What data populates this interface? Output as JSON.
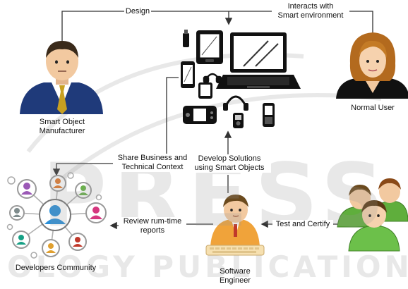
{
  "watermark": {
    "text_top": "PRESS",
    "text_bottom": "OLOGY PUBLICATIONS"
  },
  "actors": {
    "manufacturer": "Smart Object\nManufacturer",
    "user": "Normal User",
    "community": "Developers Community",
    "engineer": "Software\nEngineer"
  },
  "edges": {
    "design": "Design",
    "interacts": "Interacts with\nSmart environment",
    "share": "Share Business and\nTechnical Context",
    "develop": "Develop Solutions\nusing Smart Objects",
    "review": "Review rum-time\nreports",
    "test": "Test and Certify"
  },
  "colors": {
    "line": "#333333",
    "suit": "#1f3a7a",
    "tie": "#c8a020",
    "skin": "#f2c9a0",
    "hair_brown": "#6b4a1e",
    "green_shirt": "#6cc04a",
    "engineer_shirt": "#f0a33a"
  }
}
